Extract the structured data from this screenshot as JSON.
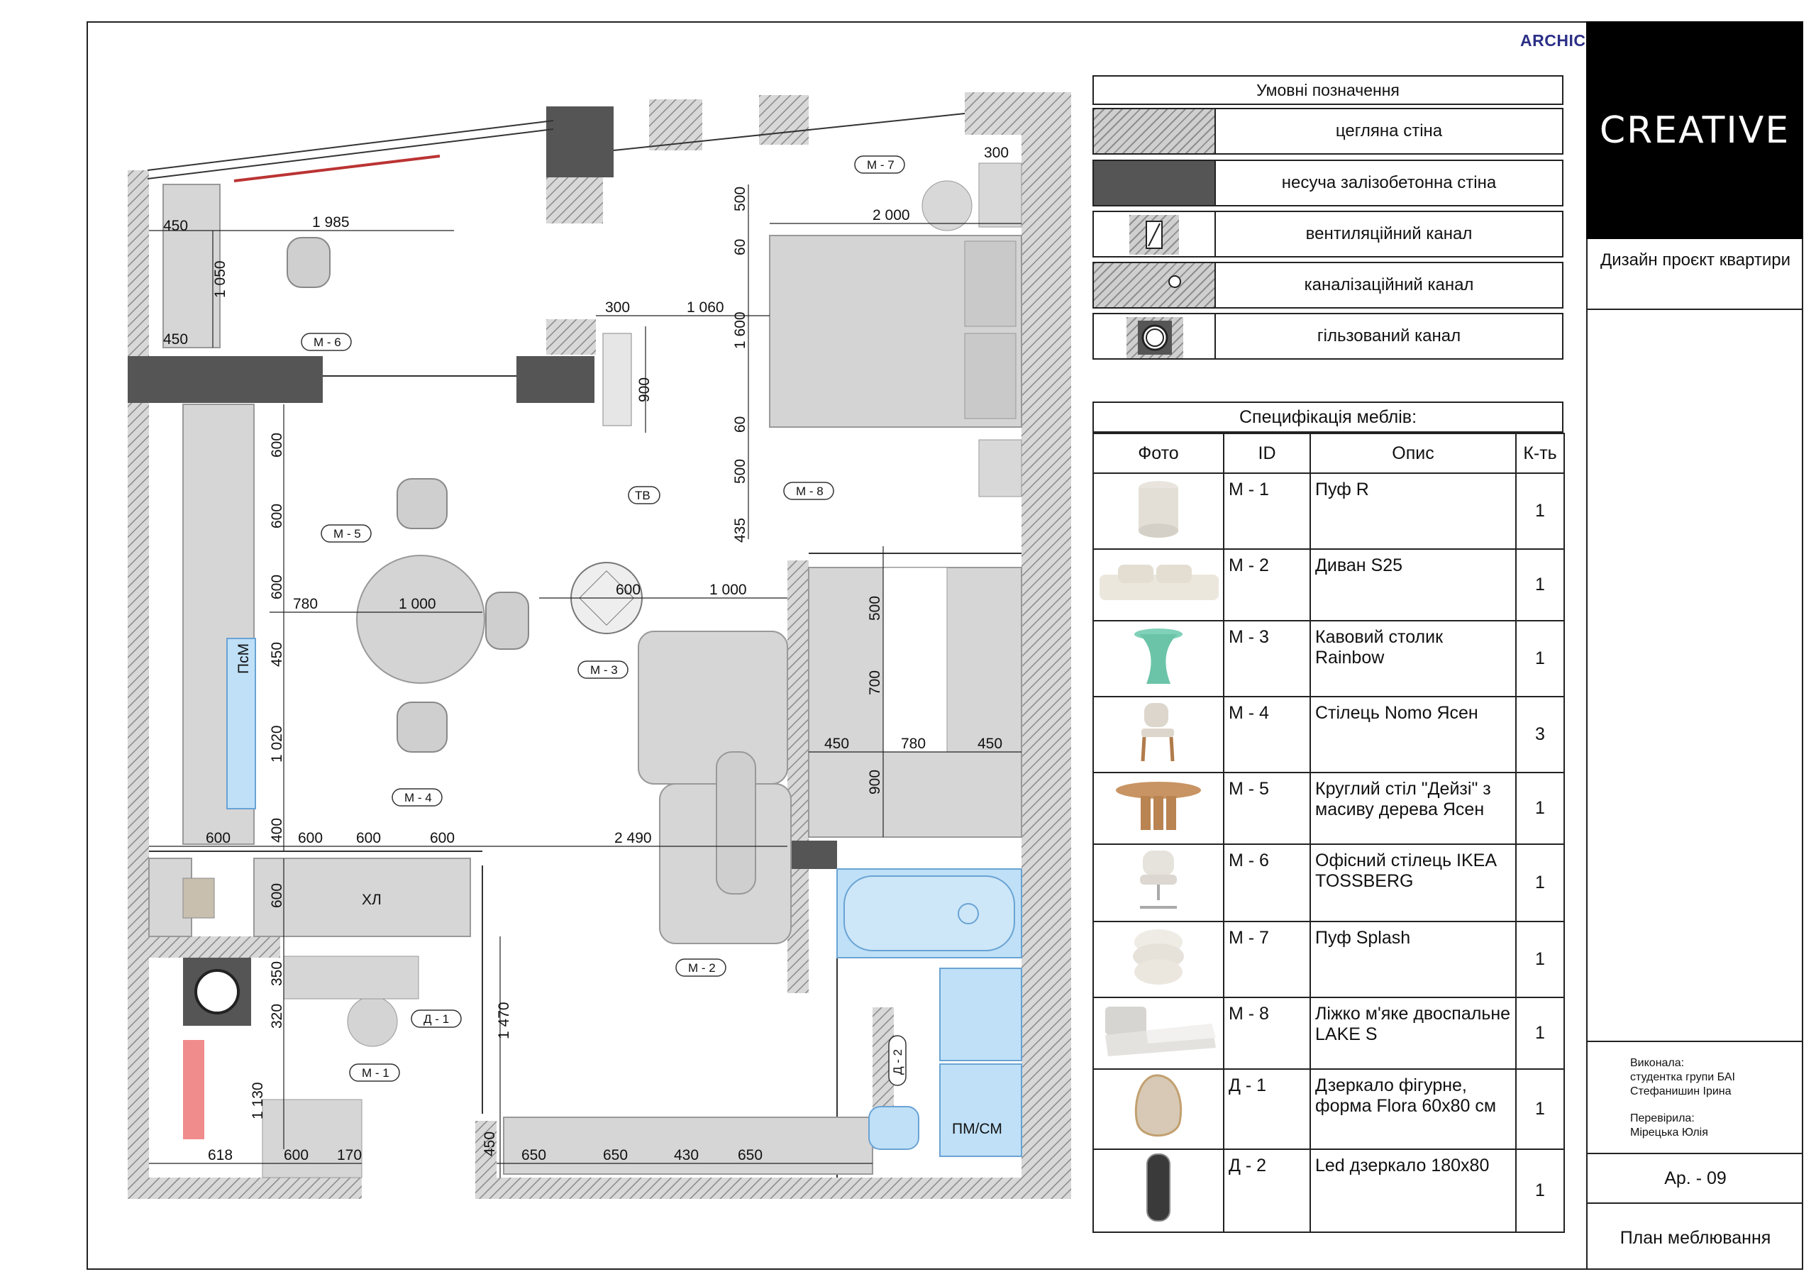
{
  "watermark": "ARCHICAD EDUCATION VERSION",
  "logo": "CREATIVE",
  "project_title": "Дизайн проєкт квартири",
  "credits": {
    "performed_label": "Виконала:",
    "performed_by_line1": "студентка групи БАІ",
    "performed_by_line2": "Стефанишин Ірина",
    "checked_label": "Перевірила:",
    "checked_by": "Мірецька Юлія"
  },
  "sheet_number": "Ар. - 09",
  "sheet_name": "План меблювання",
  "legend": {
    "title": "Умовні позначення",
    "items": [
      {
        "label": "цегляна стіна",
        "swatch": "brick-wall"
      },
      {
        "label": "несуча залізобетонна стіна",
        "swatch": "concrete-wall"
      },
      {
        "label": "вентиляційний канал",
        "swatch": "vent-duct"
      },
      {
        "label": "каналізаційний канал",
        "swatch": "sewer-duct"
      },
      {
        "label": "гільзований канал",
        "swatch": "sleeved-duct"
      }
    ]
  },
  "spec": {
    "title": "Специфікація меблів:",
    "headers": {
      "photo": "Фото",
      "id": "ID",
      "desc": "Опис",
      "qty": "К-ть"
    },
    "rows": [
      {
        "id": "М - 1",
        "desc": "Пуф R",
        "qty": "1",
        "icon": "pouf-icon"
      },
      {
        "id": "М - 2",
        "desc": "Диван S25",
        "qty": "1",
        "icon": "sofa-icon"
      },
      {
        "id": "М - 3",
        "desc": "Кавовий столик Rainbow",
        "qty": "1",
        "icon": "coffee-table-icon"
      },
      {
        "id": "М - 4",
        "desc": "Стілець Nomo Ясен",
        "qty": "3",
        "icon": "chair-icon"
      },
      {
        "id": "М - 5",
        "desc": "Круглий стіл \"Дейзі\" з масиву дерева Ясен",
        "qty": "1",
        "icon": "round-table-icon"
      },
      {
        "id": "М - 6",
        "desc": "Офісний стілець IKEA TOSSBERG",
        "qty": "1",
        "icon": "office-chair-icon"
      },
      {
        "id": "М - 7",
        "desc": "Пуф Splash",
        "qty": "1",
        "icon": "pouf-splash-icon"
      },
      {
        "id": "М - 8",
        "desc": "Ліжко м'яке двоспальне LAKE S",
        "qty": "1",
        "icon": "bed-icon"
      },
      {
        "id": "Д - 1",
        "desc": "Дзеркало фігурне, форма Flora 60x80 см",
        "qty": "1",
        "icon": "mirror-icon"
      },
      {
        "id": "Д - 2",
        "desc": "Led дзеркало 180x80",
        "qty": "1",
        "icon": "led-mirror-icon"
      }
    ]
  },
  "plan": {
    "tags": {
      "m1": "М - 1",
      "m2": "М - 2",
      "m3": "М - 3",
      "m4": "М - 4",
      "m5": "М - 5",
      "m6": "М - 6",
      "m7": "М - 7",
      "m8": "М - 8",
      "d1": "Д - 1",
      "d2": "Д - 2",
      "tv": "ТВ"
    },
    "labels": {
      "dishwasher": "ПсМ",
      "fridge": "ХЛ",
      "washer": "ПМ/СМ"
    },
    "dims": {
      "d450a": "450",
      "d1985": "1 985",
      "d1050": "1 050",
      "d450b": "450",
      "d2000": "2 000",
      "d300a": "300",
      "d300b": "300",
      "d1060": "1 060",
      "d500a": "500",
      "d60a": "60",
      "d1600": "1 600",
      "d60b": "60",
      "d500b": "500",
      "d435": "435",
      "d900a": "900",
      "d600a": "600",
      "d600b": "600",
      "d600c": "600",
      "d450c": "450",
      "d1020": "1 020",
      "d780a": "780",
      "d1000a": "1 000",
      "d600d": "600",
      "d1000b": "1 000",
      "d500c": "500",
      "d700": "700",
      "d900b": "900",
      "d450d": "450",
      "d780b": "780",
      "d450e": "450",
      "d600e": "600",
      "d400": "400",
      "d600f": "600",
      "d600g": "600",
      "d600h": "600",
      "d2490": "2 490",
      "d600i": "600",
      "d350": "350",
      "d320": "320",
      "d1470": "1 470",
      "d1130": "1 130",
      "d618": "618",
      "d600j": "600",
      "d170": "170",
      "d450f": "450",
      "d650a": "650",
      "d650b": "650",
      "d430": "430",
      "d650c": "650"
    }
  }
}
